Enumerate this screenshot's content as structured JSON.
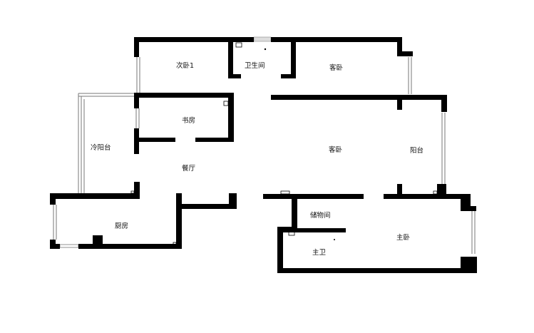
{
  "rooms": [
    {
      "id": "second-bedroom",
      "label": "次卧1"
    },
    {
      "id": "bathroom",
      "label": "卫生间"
    },
    {
      "id": "guest-bedroom-top",
      "label": "客卧"
    },
    {
      "id": "study",
      "label": "书房"
    },
    {
      "id": "cold-balcony",
      "label": "冷阳台"
    },
    {
      "id": "living",
      "label": "客卧"
    },
    {
      "id": "balcony",
      "label": "阳台"
    },
    {
      "id": "dining",
      "label": "餐厅"
    },
    {
      "id": "kitchen",
      "label": "厨房"
    },
    {
      "id": "storage",
      "label": "储物间"
    },
    {
      "id": "master-bedroom",
      "label": "主卧"
    },
    {
      "id": "master-bath",
      "label": "主卫"
    }
  ]
}
